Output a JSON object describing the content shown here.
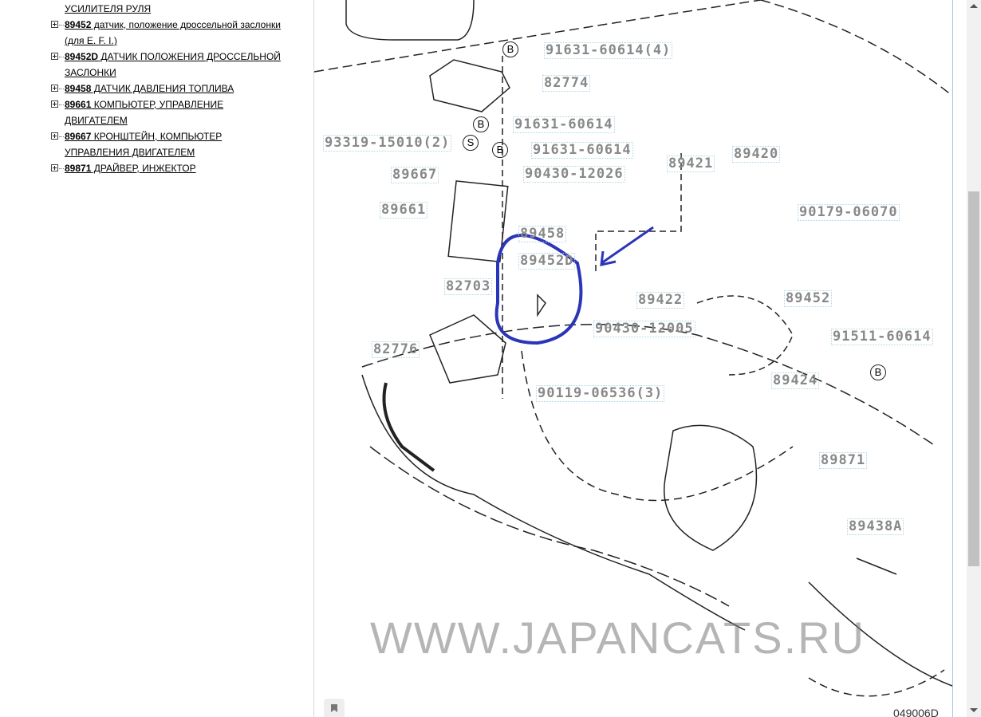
{
  "sidebar": {
    "items": [
      {
        "code": "",
        "label": "УСИЛИТЕЛЯ РУЛЯ"
      },
      {
        "code": "89452",
        "label": " датчик, положение дроссельной заслонки"
      },
      {
        "code": "",
        "label": "(для E. F. I.)"
      },
      {
        "code": "89452D",
        "label": " ДАТЧИК ПОЛОЖЕНИЯ ДРОССЕЛЬНОЙ"
      },
      {
        "code": "",
        "label": "ЗАСЛОНКИ"
      },
      {
        "code": "89458",
        "label": " ДАТЧИК ДАВЛЕНИЯ ТОПЛИВА"
      },
      {
        "code": "89661",
        "label": " КОМПЬЮТЕР, УПРАВЛЕНИЕ"
      },
      {
        "code": "",
        "label": "ДВИГАТЕЛЕМ"
      },
      {
        "code": "89667",
        "label": " КРОНШТЕЙН, КОМПЬЮТЕР"
      },
      {
        "code": "",
        "label": "УПРАВЛЕНИЯ ДВИГАТЕЛЕМ"
      },
      {
        "code": "89871",
        "label": " ДРАЙВЕР, ИНЖЕКТОР"
      }
    ]
  },
  "diagram": {
    "watermark": "WWW.JAPANCATS.RU",
    "figure_number": "049006D",
    "labels": [
      "91631-60614(4)",
      "82774",
      "91631-60614",
      "93319-15010(2)",
      "91631-60614",
      "89667",
      "90430-12026",
      "89421",
      "89420",
      "89661",
      "90179-06070",
      "89458",
      "89452D",
      "82703",
      "89422",
      "89452",
      "90430-12005",
      "91511-60614",
      "82776",
      "89424",
      "90119-06536(3)",
      "89871",
      "89438A"
    ],
    "markers": [
      "B",
      "B",
      "B",
      "S",
      "B"
    ]
  },
  "colors": {
    "annotation": "#2b35b8",
    "label": "#888888"
  }
}
